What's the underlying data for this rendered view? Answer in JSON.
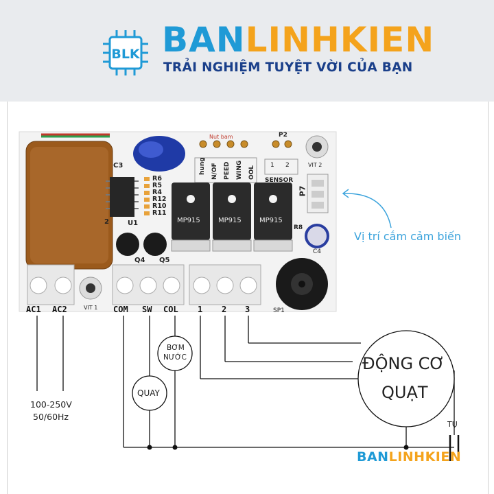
{
  "header": {
    "logo_text": "BLK",
    "brand_part1": "BAN",
    "brand_part2": "LINHKIEN",
    "tagline": "TRẢI NGHIỆM TUYỆT VỜI CỦA BẠN"
  },
  "board": {
    "components": {
      "c3": "C3",
      "u1": "U1",
      "q4": "Q4",
      "q5": "Q5",
      "r6": "R6",
      "r5": "R5",
      "r4": "R4",
      "r12": "R12",
      "r10": "R10",
      "r11": "R11",
      "r8": "R8",
      "c4": "C4",
      "sp1": "SP1",
      "p2": "P2",
      "p7": "P7",
      "vit1": "VIT 1",
      "vit2": "VIT 2",
      "mosfet": "MP915",
      "fn_hung": "hung",
      "fn_onoff": "N/OF",
      "fn_speed": "PEED",
      "fn_swing": "WING",
      "fn_cool": "OOL",
      "nut_bam": "Nut bam",
      "sensor": "SENSOR",
      "num1": "1",
      "num2": "2",
      "num_left": "2"
    },
    "terminals": {
      "ac1": "AC1",
      "ac2": "AC2",
      "com": "COM",
      "sw": "SW",
      "col": "COL",
      "t1": "1",
      "t2": "2",
      "t3": "3"
    }
  },
  "annotation": {
    "sensor_position": "Vị trí cắm cảm biến"
  },
  "wiring": {
    "voltage": "100-250V",
    "frequency": "50/60Hz",
    "pump_label_line1": "BƠM",
    "pump_label_line2": "NƯỚC",
    "rotate_label": "QUAY",
    "motor_line1": "ĐỘNG CƠ",
    "motor_line2": "QUẠT",
    "capacitor": "TỤ"
  },
  "watermark": {
    "part1": "BAN",
    "part2": "LINHKIEN"
  },
  "colors": {
    "brand_blue": "#1f9ad6",
    "brand_orange": "#f4a31c",
    "tagline_navy": "#1a3f8a",
    "transformer": "#9b5a1c",
    "board": "#f3f3f3",
    "annotation": "#3ba3dc"
  }
}
